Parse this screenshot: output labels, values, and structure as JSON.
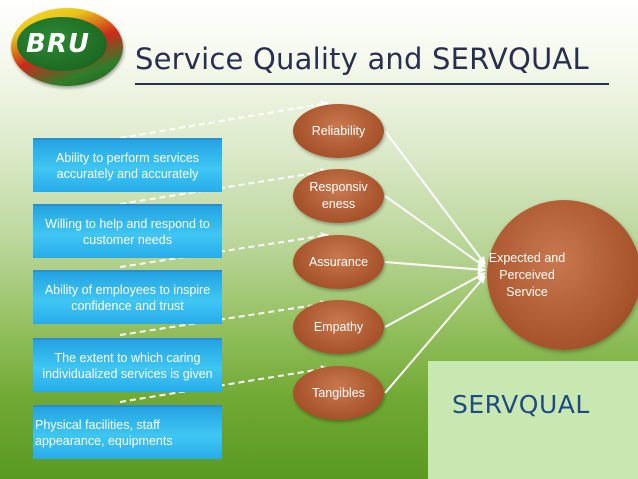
{
  "logo": {
    "text": "BRU"
  },
  "title": "Service Quality and SERVQUAL",
  "descriptions": [
    "Ability to perform services accurately and accurately",
    "Willing to help and respond to customer needs",
    "Ability of employees to inspire confidence and trust",
    "The extent to which caring individualized services is given",
    "Physical facilities, staff appearance, equipments"
  ],
  "dimensions": [
    "Reliability",
    "Responsiv eness",
    "Assurance",
    "Empathy",
    "Tangibles"
  ],
  "outcome": "Expected and Perceived Service",
  "servqual_label": "SERVQUAL",
  "colors": {
    "description_box": "#3ec3f2",
    "dimension_oval": "#a6522a",
    "title_text": "#2a2f4f",
    "servqual_text": "#1f4b84"
  }
}
